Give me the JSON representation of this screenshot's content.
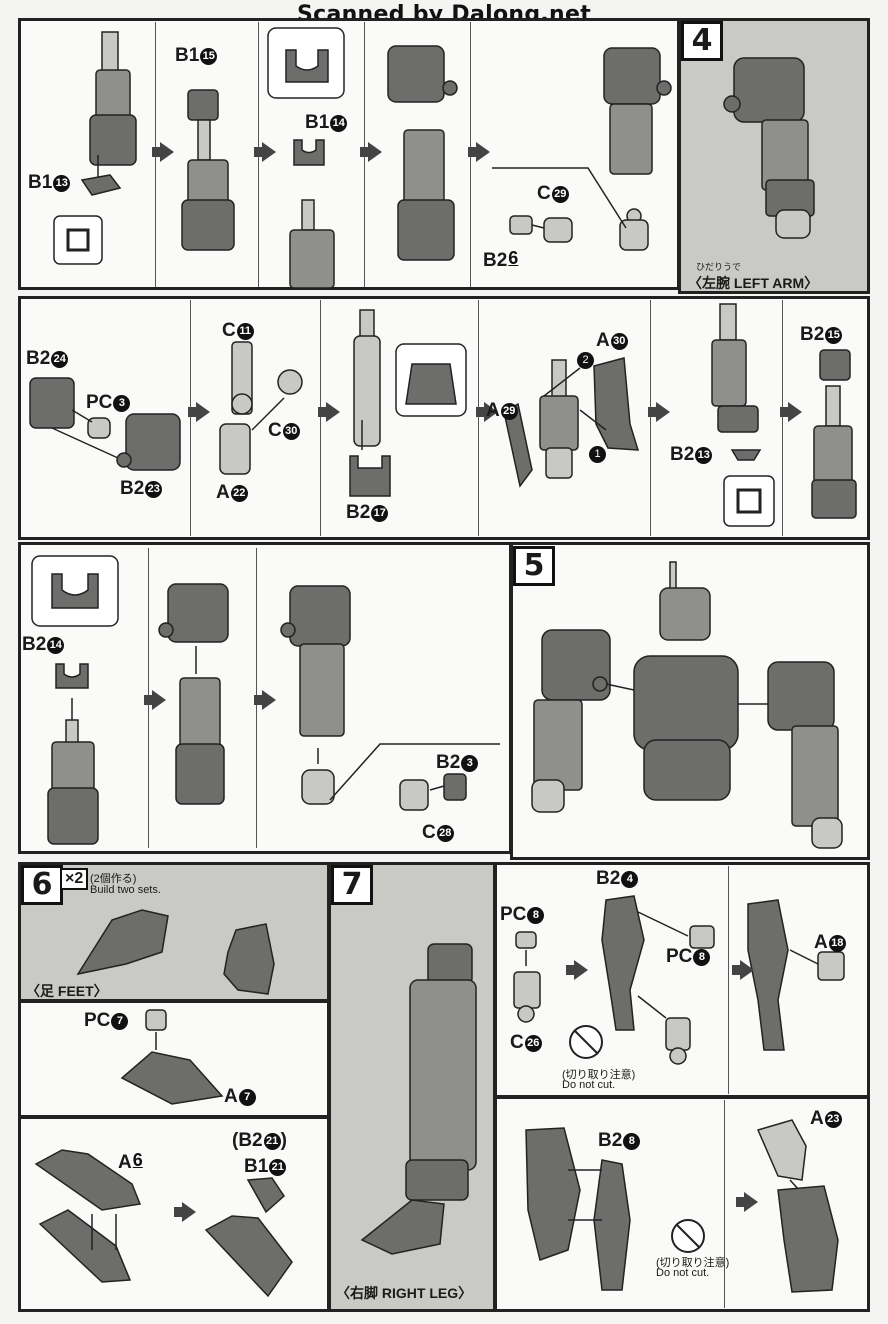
{
  "watermark": "Scanned by Dalong.net",
  "steps": {
    "s4": "4",
    "s5": "5",
    "s6": "6",
    "s7": "7"
  },
  "row1": {
    "labels": {
      "b1_13": {
        "p": "B1",
        "n": "13"
      },
      "b1_15": {
        "p": "B1",
        "n": "15"
      },
      "b1_14": {
        "p": "B1",
        "n": "14"
      },
      "c29": {
        "p": "C",
        "n": "29"
      },
      "b2_6": {
        "p": "B2",
        "n": "6"
      }
    },
    "caption_ruby": "ひだりうで",
    "caption": "〈左腕 LEFT ARM〉"
  },
  "row2": {
    "labels": {
      "b2_24": {
        "p": "B2",
        "n": "24"
      },
      "pc3": {
        "p": "PC",
        "n": "3"
      },
      "b2_23": {
        "p": "B2",
        "n": "23"
      },
      "c11": {
        "p": "C",
        "n": "11"
      },
      "c30": {
        "p": "C",
        "n": "30"
      },
      "a22": {
        "p": "A",
        "n": "22"
      },
      "b2_17": {
        "p": "B2",
        "n": "17"
      },
      "a29": {
        "p": "A",
        "n": "29"
      },
      "a30": {
        "p": "A",
        "n": "30"
      },
      "b2_13": {
        "p": "B2",
        "n": "13"
      },
      "b2_15": {
        "p": "B2",
        "n": "15"
      }
    },
    "order_1": "1",
    "order_2": "2"
  },
  "row3": {
    "labels": {
      "b2_14": {
        "p": "B2",
        "n": "14"
      },
      "b2_3": {
        "p": "B2",
        "n": "3"
      },
      "c28": {
        "p": "C",
        "n": "28"
      }
    }
  },
  "step6": {
    "times": "×2",
    "build_jp": "(2個作る)",
    "build_en": "Build two sets.",
    "caption": "〈足 FEET〉",
    "labels": {
      "pc7": {
        "p": "PC",
        "n": "7"
      },
      "a7": {
        "p": "A",
        "n": "7"
      },
      "a6": {
        "p": "A",
        "n": "6"
      },
      "b2_21": {
        "p": "(B2",
        "n": "21",
        "s": ")"
      },
      "b1_21": {
        "p": "B1",
        "n": "21"
      }
    }
  },
  "step7": {
    "caption": "〈右脚 RIGHT LEG〉",
    "labels": {
      "pc8a": {
        "p": "PC",
        "n": "8"
      },
      "b2_4": {
        "p": "B2",
        "n": "4"
      },
      "pc8b": {
        "p": "PC",
        "n": "8"
      },
      "c26": {
        "p": "C",
        "n": "26"
      },
      "a18": {
        "p": "A",
        "n": "18"
      },
      "b2_8": {
        "p": "B2",
        "n": "8"
      },
      "a23": {
        "p": "A",
        "n": "23"
      }
    },
    "warn_jp": "(切り取り注意)",
    "warn_en": "Do not cut."
  }
}
